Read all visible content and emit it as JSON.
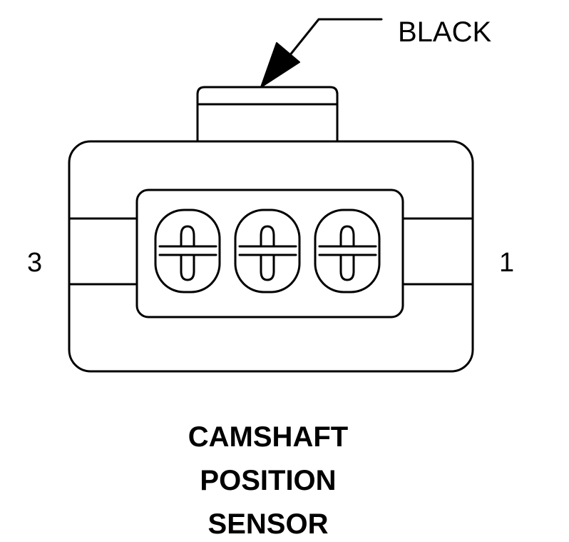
{
  "diagram": {
    "color_label": "BLACK",
    "pin_left": "3",
    "pin_right": "1",
    "title_lines": [
      "CAMSHAFT",
      "POSITION",
      "SENSOR"
    ],
    "terminal_count": 3,
    "stroke_color": "#000000",
    "background_color": "#ffffff"
  }
}
